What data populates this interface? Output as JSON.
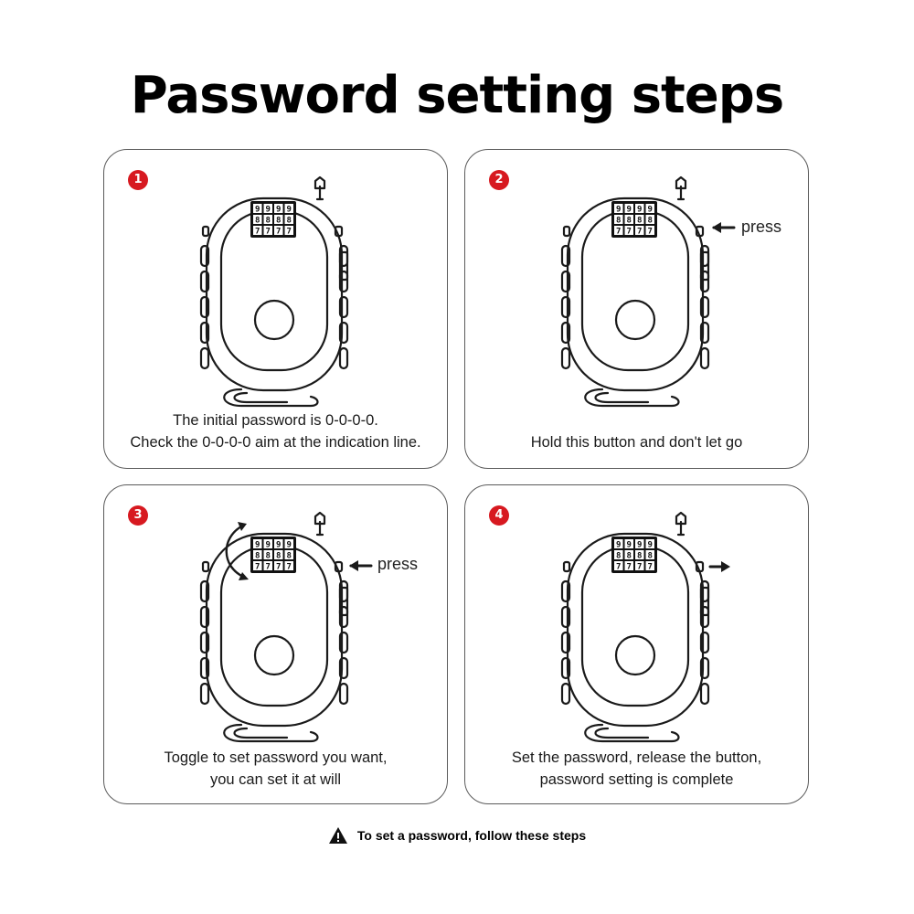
{
  "title": "Password setting steps",
  "accent_color": "#d71920",
  "steps": [
    {
      "number": "1",
      "caption_lines": [
        "The initial password is 0-0-0-0.",
        "Check the 0-0-0-0 aim at the indication line."
      ],
      "dial_digits": [
        "9",
        "8",
        "7"
      ],
      "annotation": ""
    },
    {
      "number": "2",
      "caption_lines": [
        "Hold this button and don't let go"
      ],
      "dial_digits": [
        "9",
        "8",
        "7"
      ],
      "annotation": "press"
    },
    {
      "number": "3",
      "caption_lines": [
        "Toggle to set password you want,",
        "you can set it at will"
      ],
      "dial_digits": [
        "9",
        "8",
        "7"
      ],
      "annotation": "press"
    },
    {
      "number": "4",
      "caption_lines": [
        "Set the password, release the button,",
        "password setting is complete"
      ],
      "dial_digits": [
        "9",
        "8",
        "7"
      ],
      "annotation": ""
    }
  ],
  "footer": {
    "icon": "warning-icon",
    "text": "To set a password, follow these steps"
  }
}
